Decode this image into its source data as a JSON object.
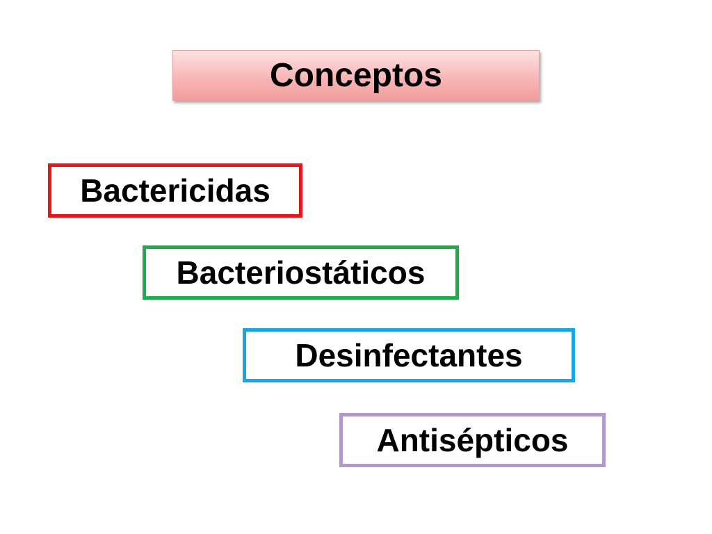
{
  "title": "Conceptos",
  "concepts": [
    {
      "label": "Bactericidas",
      "border_color": "#e8141c"
    },
    {
      "label": "Bacteriostáticos",
      "border_color": "#1faa4b"
    },
    {
      "label": "Desinfectantes",
      "border_color": "#16a7e0"
    },
    {
      "label": "Antisépticos",
      "border_color": "#b19ac9"
    }
  ]
}
